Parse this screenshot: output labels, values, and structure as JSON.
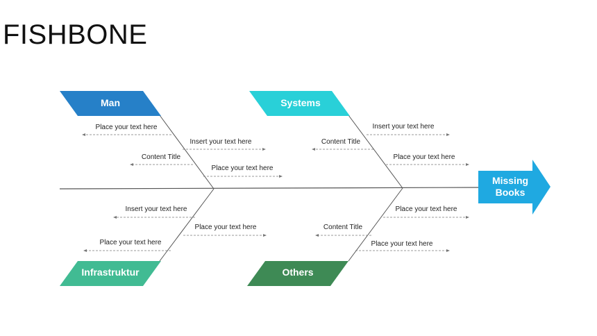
{
  "page": {
    "title": "FISHBONE"
  },
  "colors": {
    "man": "#2680c8",
    "systems": "#29d0d8",
    "infrastruktur": "#41bb93",
    "others": "#3e8a55",
    "head": "#1fa9e1",
    "spine": "#555555",
    "dash": "#777777"
  },
  "diagram": {
    "head": {
      "line1": "Missing",
      "line2": "Books"
    },
    "categories": {
      "man": "Man",
      "systems": "Systems",
      "infrastruktur": "Infrastruktur",
      "others": "Others"
    },
    "man_causes": [
      "Place your text here",
      "Insert your text here",
      "Content Title",
      "Place your text here"
    ],
    "systems_causes": [
      "Insert your text here",
      "Content Title",
      "Place your text here"
    ],
    "infra_causes": [
      "Insert your text here",
      "Place your text here",
      "Place your text here"
    ],
    "others_causes": [
      "Place your text here",
      "Content Title",
      "Place your text here"
    ]
  }
}
